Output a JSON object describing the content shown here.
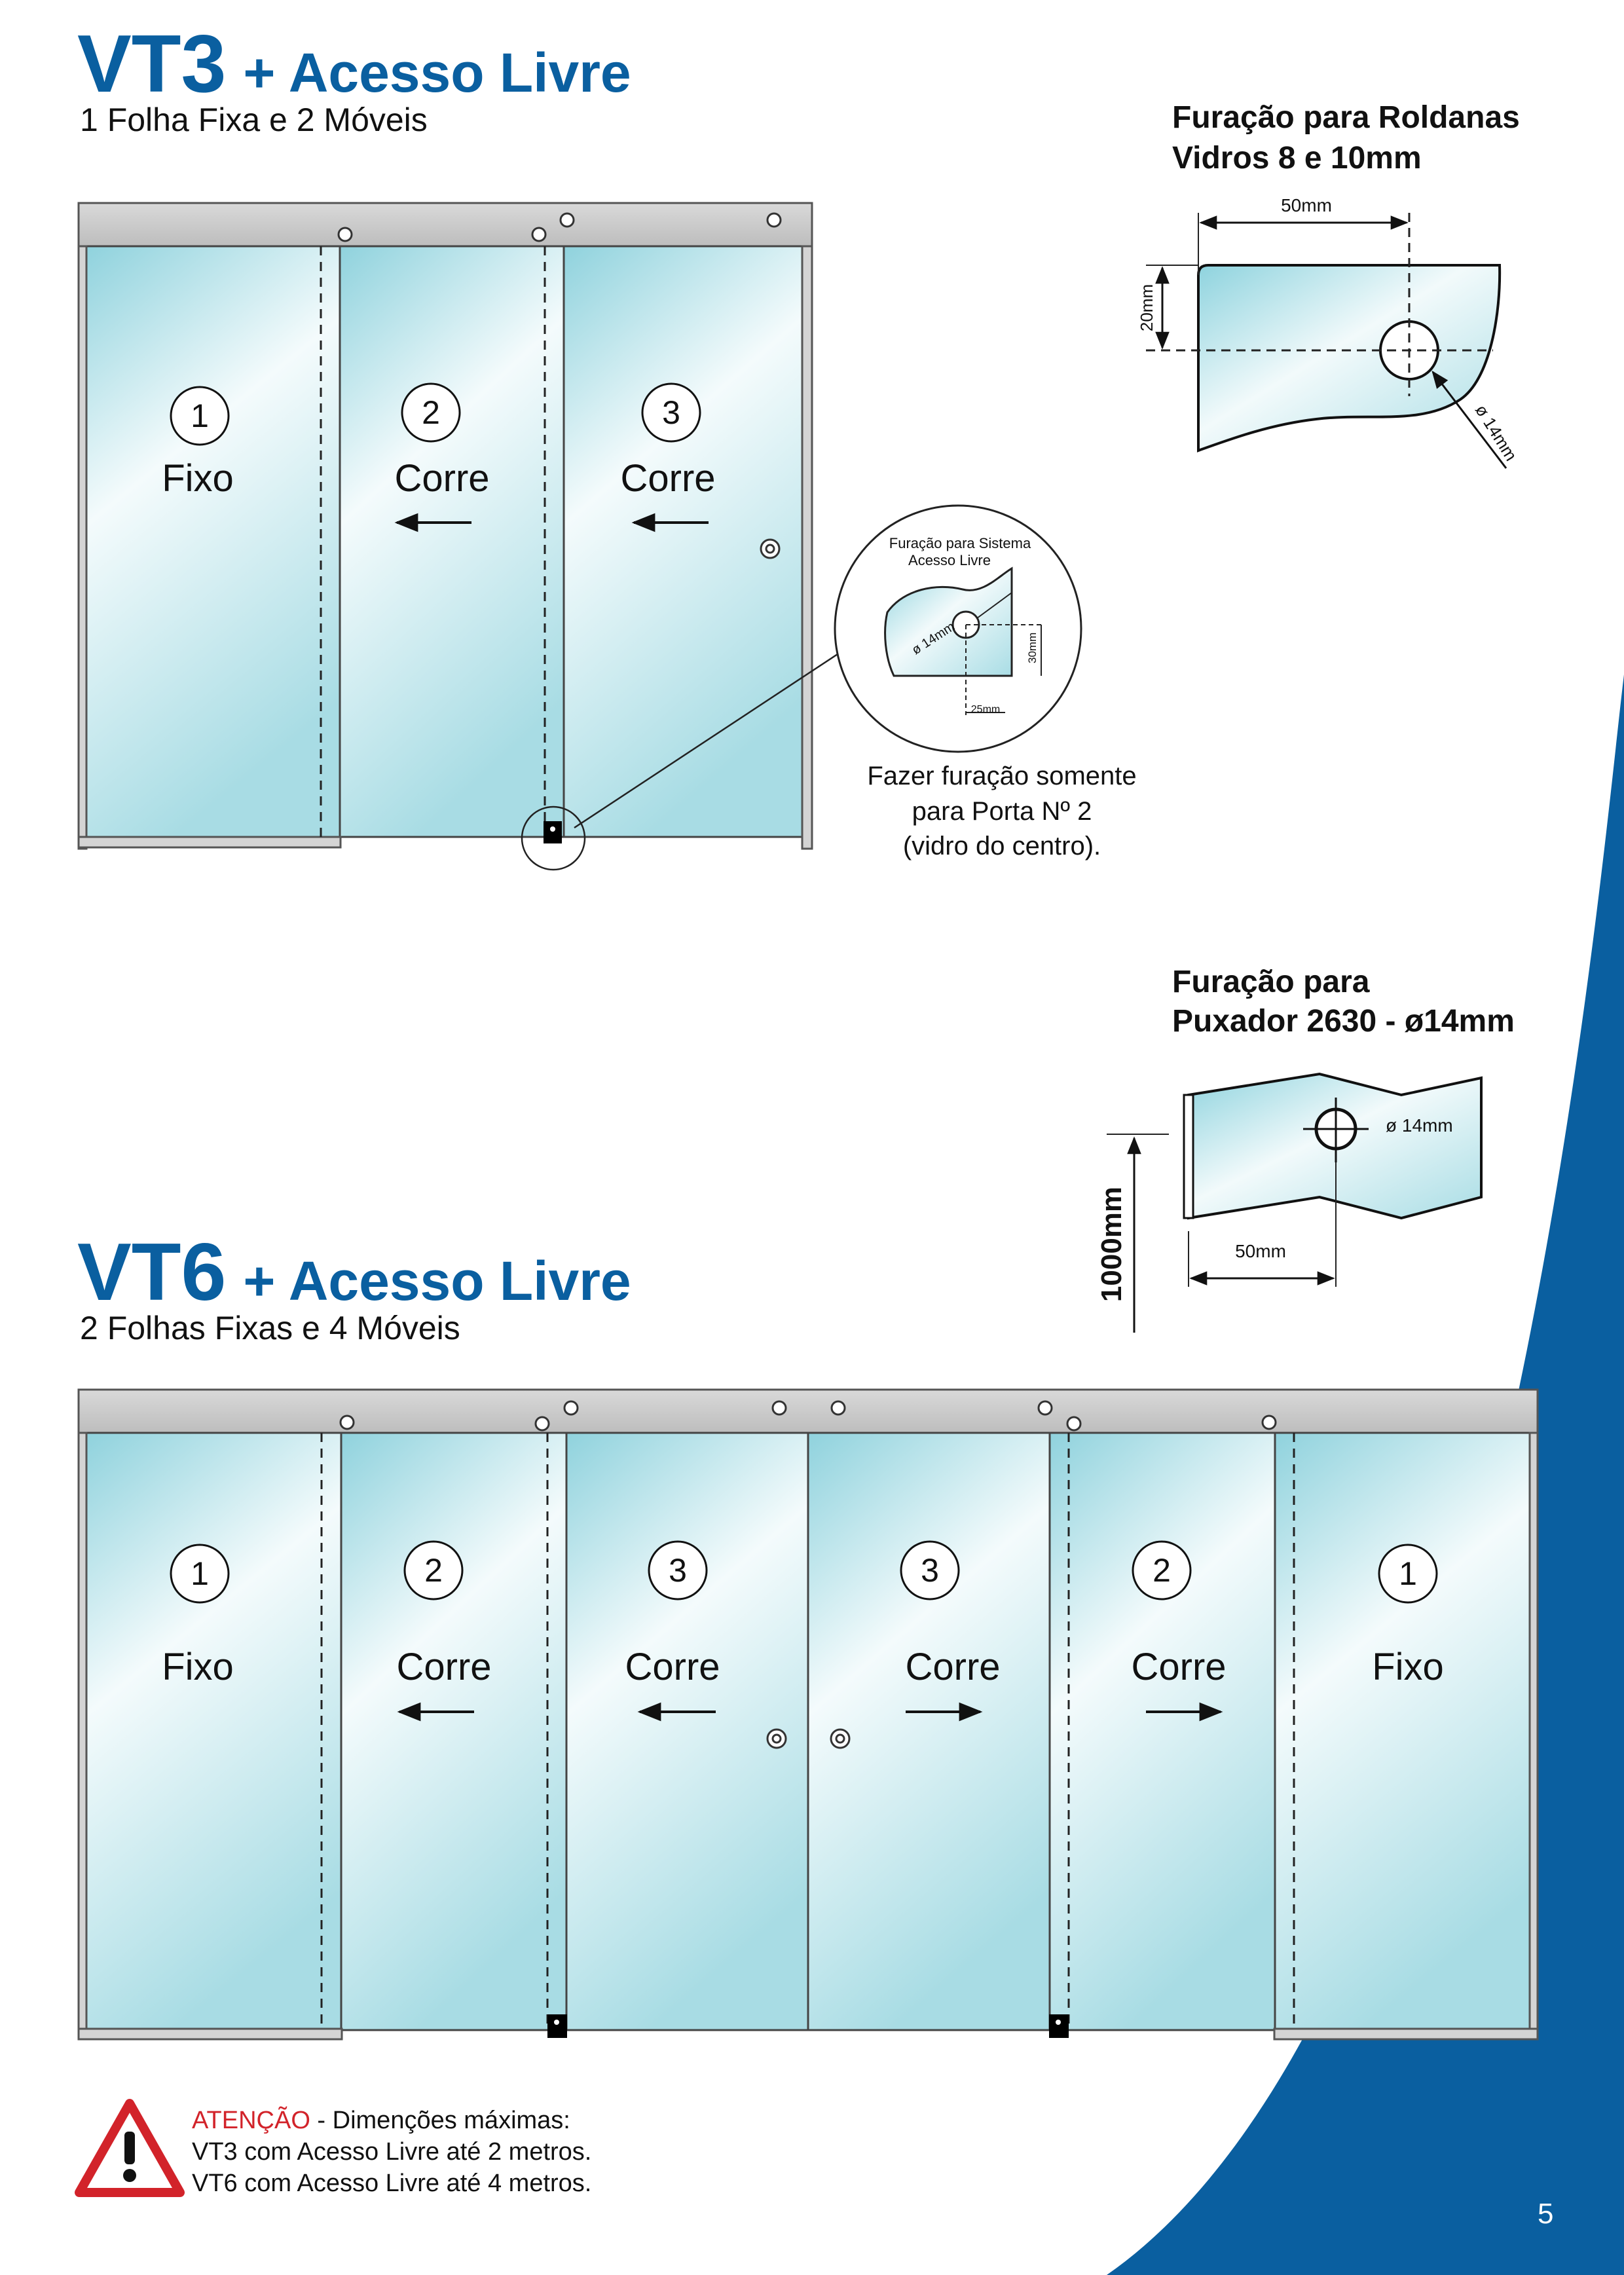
{
  "colors": {
    "brand_blue": "#0a5fa0",
    "glass_light": "#e6f4f6",
    "glass_blue": "#8ed3de",
    "frame_gray": "#c9c9c9",
    "warning_red": "#d2232a"
  },
  "vt3": {
    "title_main": "VT3",
    "title_suffix": "+ Acesso Livre",
    "subtitle": "1 Folha Fixa e 2 Móveis",
    "panels": [
      {
        "number": "1",
        "label": "Fixo"
      },
      {
        "number": "2",
        "label": "Corre"
      },
      {
        "number": "3",
        "label": "Corre"
      }
    ],
    "detail": {
      "title_line1": "Furação para Sistema",
      "title_line2": "Acesso Livre",
      "diameter": "ø 14mm",
      "height_dim": "30mm",
      "width_dim": "25mm"
    },
    "note_lines": [
      "Fazer furação somente",
      "para Porta  Nº 2",
      "(vidro do centro)."
    ]
  },
  "roldanas": {
    "title_line1": "Furação para Roldanas",
    "title_line2": "Vidros 8 e 10mm",
    "width_dim": "50mm",
    "height_dim": "20mm",
    "diameter": "ø 14mm"
  },
  "puxador": {
    "title_line1": "Furação para",
    "title_line2": "Puxador 2630 - ø14mm",
    "diameter": "ø 14mm",
    "width_dim": "50mm",
    "height_dim": "1000mm"
  },
  "vt6": {
    "title_main": "VT6",
    "title_suffix": "+ Acesso Livre",
    "subtitle": "2 Folhas Fixas e 4 Móveis",
    "panels": [
      {
        "number": "1",
        "label": "Fixo"
      },
      {
        "number": "2",
        "label": "Corre"
      },
      {
        "number": "3",
        "label": "Corre"
      },
      {
        "number": "3",
        "label": "Corre"
      },
      {
        "number": "2",
        "label": "Corre"
      },
      {
        "number": "1",
        "label": "Fixo"
      }
    ]
  },
  "warning": {
    "label": "ATENÇÃO",
    "text": " - Dimenções máximas:",
    "line2": "VT3 com Acesso Livre até 2 metros.",
    "line3": "VT6 com Acesso Livre até 4 metros."
  },
  "page_number": "5"
}
